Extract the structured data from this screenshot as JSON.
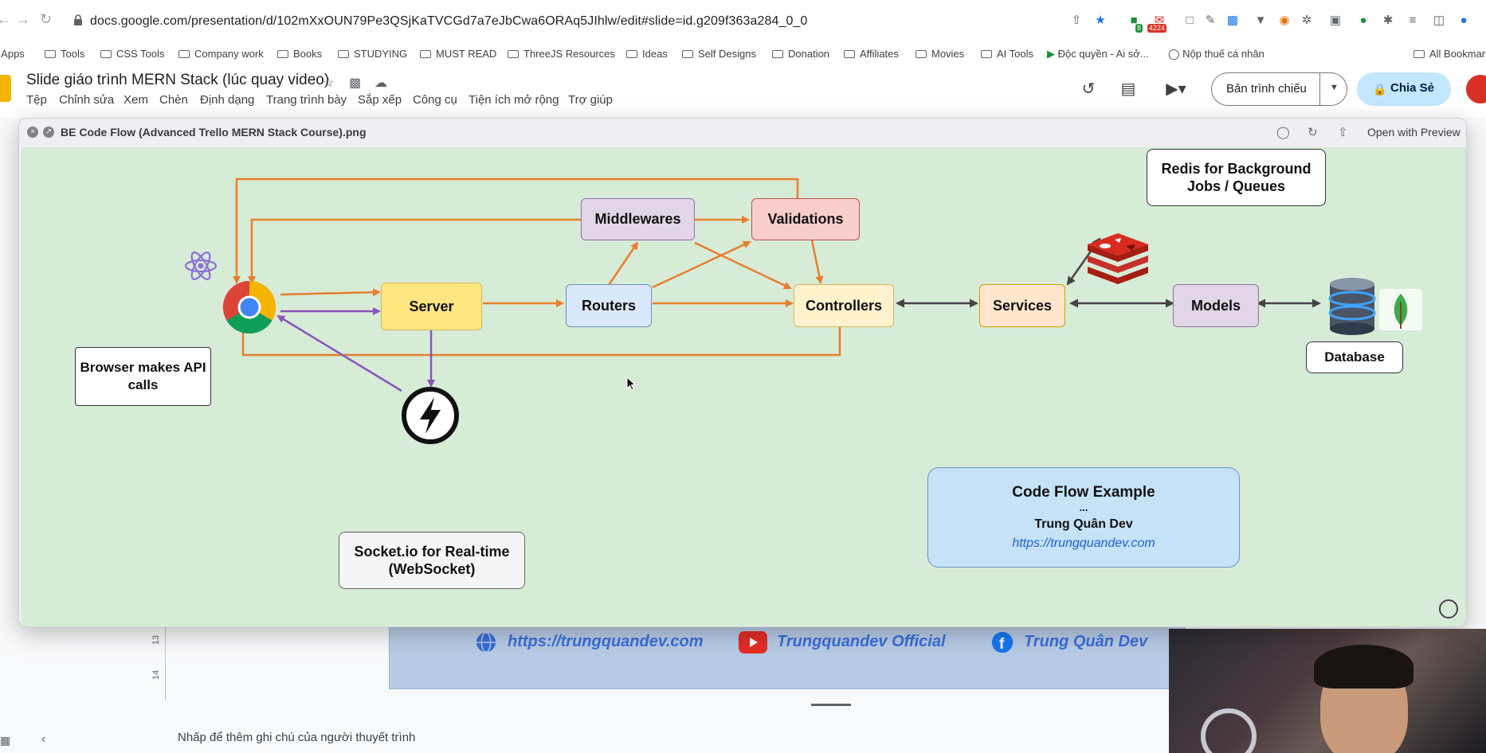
{
  "browser": {
    "url": "docs.google.com/presentation/d/102mXxOUN79Pe3QSjKaTVCGd7a7eJbCwa6ORAq5JIhlw/edit#slide=id.g209f363a284_0_0",
    "badge_green": "8",
    "badge_red": "4224"
  },
  "bookmarks": [
    "Apps",
    "Tools",
    "CSS Tools",
    "Company work",
    "Books",
    "STUDYING",
    "MUST READ",
    "ThreeJS Resources",
    "Ideas",
    "Self Designs",
    "Donation",
    "Affiliates",
    "Movies",
    "AI Tools",
    "Độc quyền - Ai sở...",
    "Nộp thuế cá nhân",
    "All Bookmar"
  ],
  "doc": {
    "title": "Slide giáo trình MERN Stack (lúc quay video)",
    "menu": [
      "Tệp",
      "Chỉnh sửa",
      "Xem",
      "Chèn",
      "Định dạng",
      "Trang trình bày",
      "Sắp xếp",
      "Công cụ",
      "Tiện ích mở rộng",
      "Trợ giúp"
    ],
    "present_label": "Bản trình chiếu",
    "share_label": "Chia Sẻ"
  },
  "preview": {
    "filename": "BE Code Flow (Advanced Trello MERN Stack Course).png",
    "open_with": "Open with Preview"
  },
  "diagram": {
    "nodes": {
      "browser": "Browser makes API calls",
      "server": "Server",
      "routers": "Routers",
      "middlewares": "Middlewares",
      "validations": "Validations",
      "controllers": "Controllers",
      "services": "Services",
      "models": "Models",
      "database": "Database",
      "redis": "Redis for Background Jobs / Queues",
      "socket": "Socket.io for Real-time (WebSocket)"
    },
    "code_flow": {
      "title": "Code Flow Example",
      "dots": "...",
      "author": "Trung Quân Dev",
      "url": "https://trungquandev.com"
    },
    "colors": {
      "canvas": "#d7ecd7",
      "orange_arrow": "#e87e2f",
      "purple_arrow": "#8a55b8",
      "dark_arrow": "#444444"
    }
  },
  "slide_footer": {
    "website": "https://trungquandev.com",
    "youtube": "Trungquandev Official",
    "facebook": "Trung Quân Dev"
  },
  "editor": {
    "notes_placeholder": "Nhấp để thêm ghi chú của người thuyết trình",
    "ruler": [
      "13",
      "14"
    ]
  }
}
